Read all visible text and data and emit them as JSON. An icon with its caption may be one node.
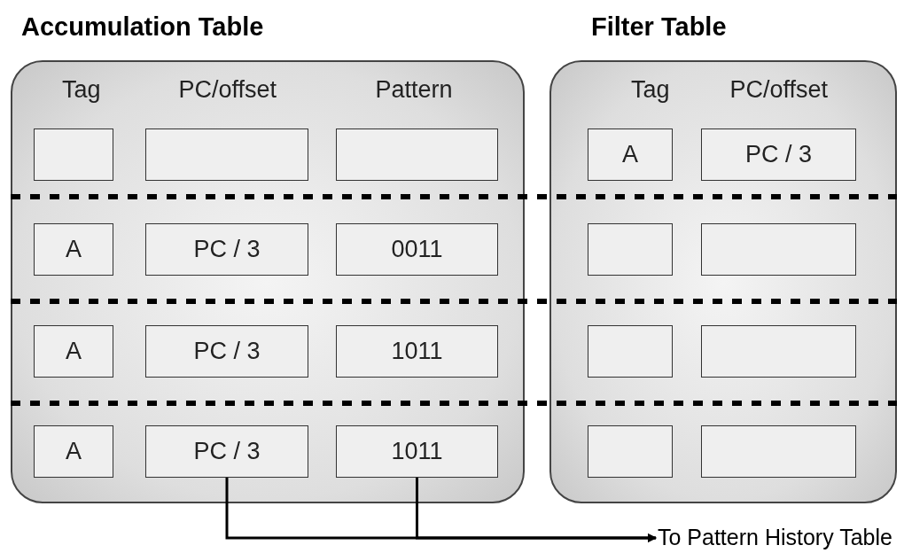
{
  "diagram": {
    "nodes": [
      {
        "text": [
          "Accumulation Table"
        ]
      },
      {
        "text": [],
        "shape": "box",
        "in": 0
      },
      {
        "text": [],
        "shape": "box",
        "in": 0
      },
      {
        "text": [],
        "shape": "box",
        "in": 0
      },
      {
        "text": [
          "A"
        ],
        "in": 0
      },
      {
        "text": [
          "PC / 3"
        ],
        "in": 0
      },
      {
        "text": [
          "0011"
        ],
        "in": 0
      },
      {
        "text": [
          "A"
        ],
        "in": 0
      },
      {
        "text": [
          "PC / 3"
        ],
        "in": 0
      },
      {
        "text": [
          "1011"
        ],
        "in": 0
      },
      {
        "text": [
          "A"
        ],
        "in": 0
      },
      {
        "text": [
          "PC / 3"
        ],
        "in": 0
      },
      {
        "text": [
          "1011"
        ],
        "in": 0
      },
      {
        "text": [
          "Filter Table"
        ]
      },
      {
        "text": [
          "A"
        ],
        "in": 13
      },
      {
        "text": [
          "PC / 3"
        ],
        "in": 13
      },
      {
        "text": [],
        "shape": "box",
        "in": 13
      },
      {
        "text": [],
        "shape": "box",
        "in": 13
      },
      {
        "text": [],
        "shape": "box",
        "in": 13
      },
      {
        "text": [],
        "shape": "box",
        "in": 13
      },
      {
        "text": [],
        "shape": "box",
        "in": 13
      },
      {
        "text": [],
        "shape": "box",
        "in": 13
      },
      {
        "text": [
          "To Pattern History Table"
        ]
      }
    ],
    "edges": [
      {
        "from": 11,
        "to": 22,
        "arrow": "to"
      },
      {
        "from": 12,
        "to": 22,
        "arrow": "to"
      }
    ],
    "labels": [
      "Tag",
      "PC/offset",
      "Pattern",
      "Tag",
      "PC/offset"
    ]
  }
}
